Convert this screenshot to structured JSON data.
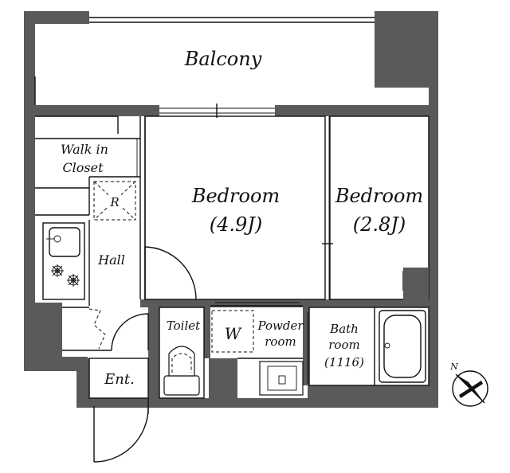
{
  "rooms": {
    "balcony": "Balcony",
    "walk_in_closet_line1": "Walk in",
    "walk_in_closet_line2": "Closet",
    "refrigerator": "R",
    "hall": "Hall",
    "bedroom1_name": "Bedroom",
    "bedroom1_size": "(4.9J)",
    "bedroom2_name": "Bedroom",
    "bedroom2_size": "(2.8J)",
    "toilet": "Toilet",
    "washer": "W",
    "powder_room_line1": "Powder",
    "powder_room_line2": "room",
    "bath_line1": "Bath",
    "bath_line2": "room",
    "bath_size": "(1116)",
    "entrance": "Ent."
  },
  "compass": {
    "north": "N"
  },
  "colors": {
    "wall": "#5a5a5a",
    "line": "#111111",
    "background": "#ffffff"
  }
}
